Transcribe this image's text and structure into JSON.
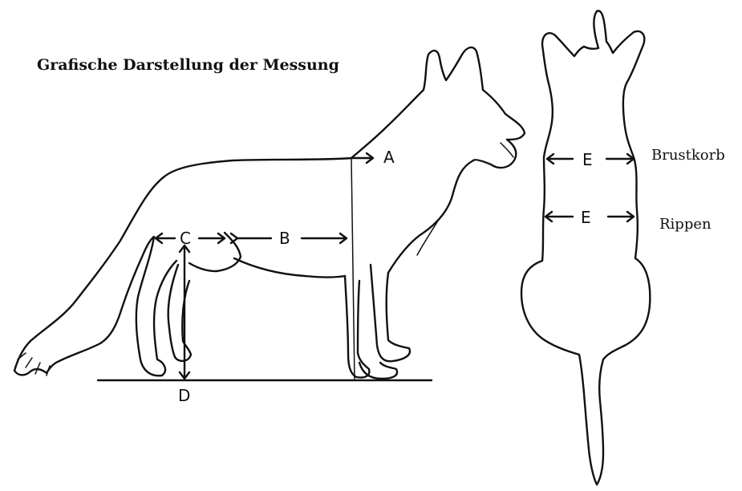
{
  "title": "Grafische Darstellung der Messung",
  "side_view": {
    "markers": {
      "a": "A",
      "b": "B",
      "c": "C",
      "d": "D"
    }
  },
  "top_view": {
    "markers": {
      "e_chest": "E",
      "e_ribs": "E"
    },
    "labels": {
      "chest": "Brustkorb",
      "ribs": "Rippen"
    }
  }
}
